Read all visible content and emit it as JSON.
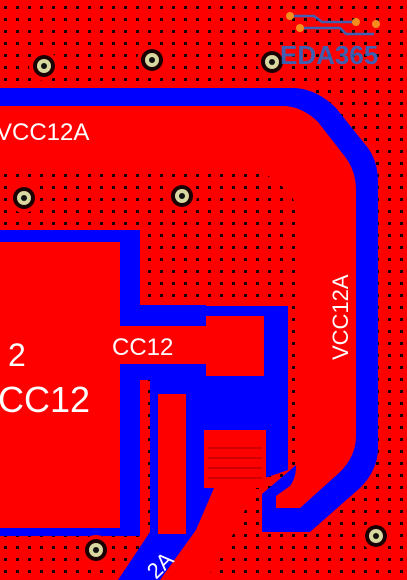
{
  "logo": {
    "text": "EDA365"
  },
  "net_labels": {
    "top_trace": "VCC12A",
    "right_trace": "VCC12A",
    "bottom_trace": "2A"
  },
  "pad_labels": {
    "pad_number": "2",
    "pad_net": "CC12",
    "stub_net": "CC12"
  },
  "colors": {
    "copper": "#ff0000",
    "clearance": "#0000ff",
    "via_ring": "#d8d8a0",
    "drill": "#000000",
    "silkscreen": "#ffffff",
    "logo_blue": "#1e6fd0",
    "logo_orange": "#f5a623"
  }
}
